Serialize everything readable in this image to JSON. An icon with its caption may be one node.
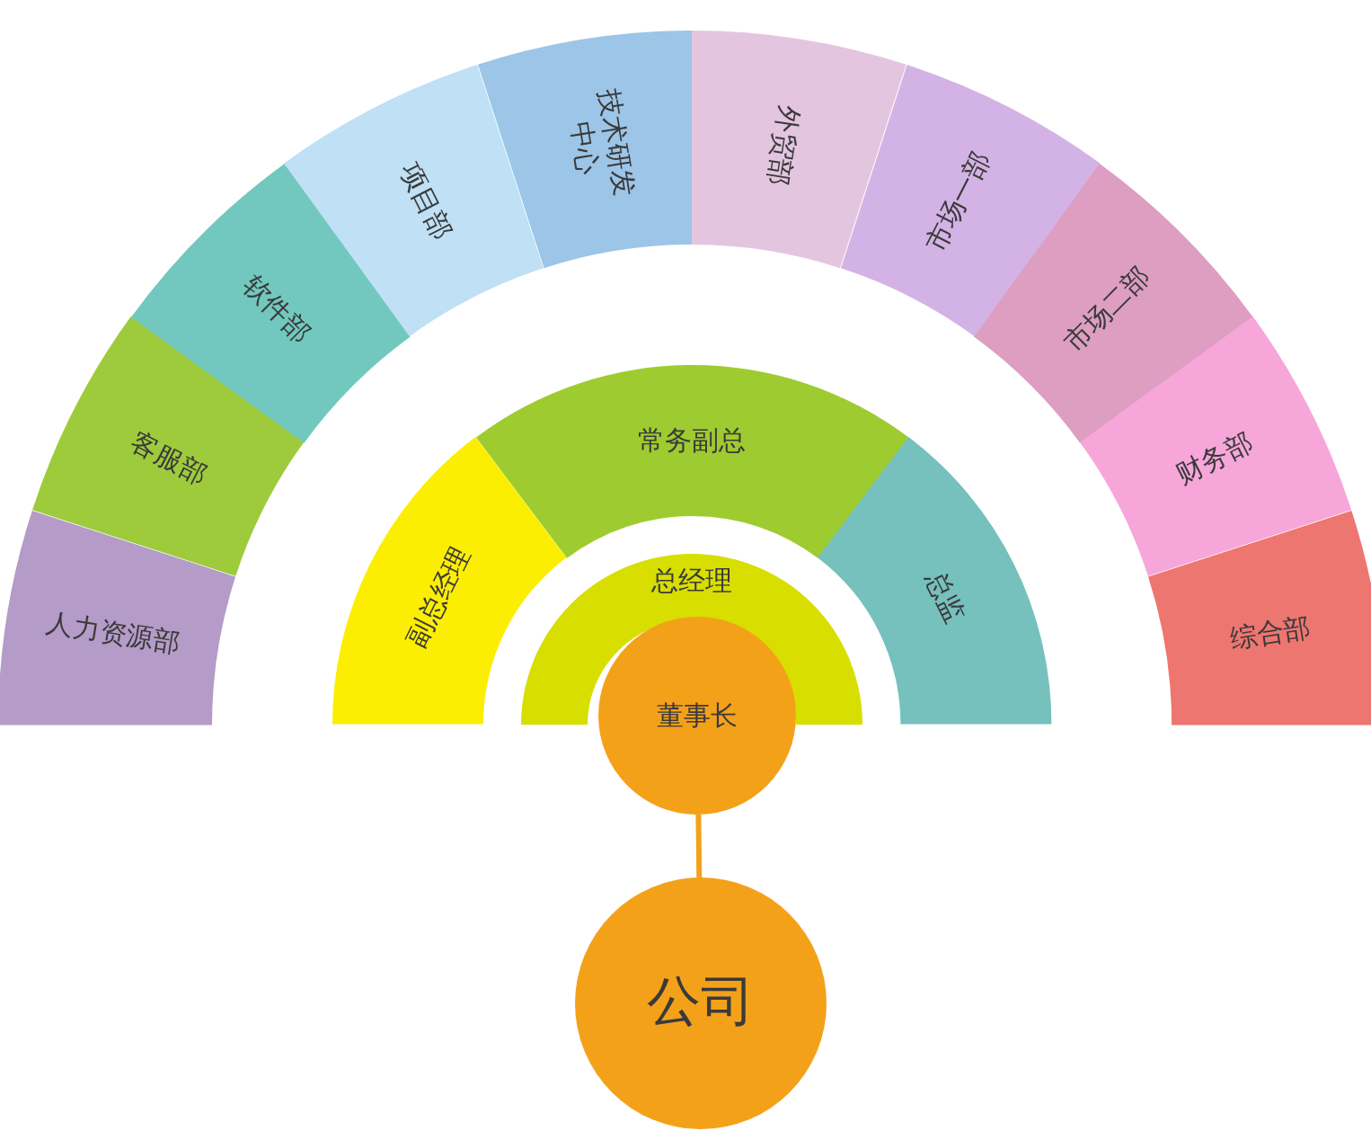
{
  "diagram": {
    "nodes": [
      {
        "text": [
          "人力资源部"
        ]
      },
      {
        "text": [
          "客服部"
        ]
      },
      {
        "text": [
          "软件部"
        ]
      },
      {
        "text": [
          "项目部"
        ]
      },
      {
        "text": [
          "技术研发中心"
        ]
      },
      {
        "text": [
          "外贸部"
        ]
      },
      {
        "text": [
          "市场一部"
        ]
      },
      {
        "text": [
          "市场二部"
        ]
      },
      {
        "text": [
          "财务部"
        ]
      },
      {
        "text": [
          "综合部"
        ]
      },
      {
        "text": [
          "副总经理"
        ]
      },
      {
        "text": [
          "常务副总"
        ]
      },
      {
        "text": [
          "总监"
        ]
      },
      {
        "text": [
          "总经理"
        ]
      },
      {
        "text": [
          "董事长"
        ]
      },
      {
        "text": [
          "公司"
        ]
      }
    ],
    "edges": [
      {
        "from": 14,
        "to": 15,
        "arrow": "none"
      }
    ]
  }
}
